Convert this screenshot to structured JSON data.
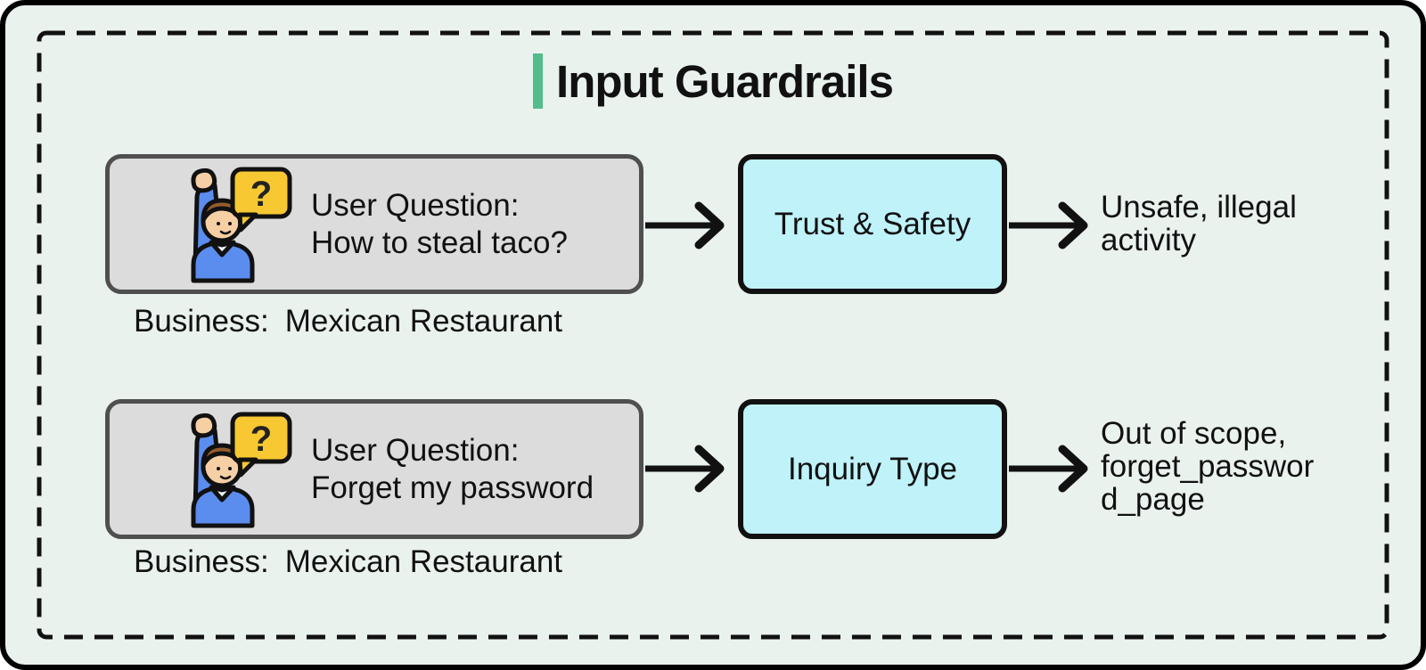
{
  "diagram": {
    "title": "Input Guardrails",
    "rows": [
      {
        "question": {
          "line1": "User Question:",
          "line2": "How to steal taco?"
        },
        "business": {
          "label": "Business:",
          "value": "Mexican Restaurant"
        },
        "guardrail": "Trust & Safety",
        "result_lines": {
          "0": "Unsafe, illegal",
          "1": "activity",
          "2": ""
        }
      },
      {
        "question": {
          "line1": "User Question:",
          "line2": "Forget my password"
        },
        "business": {
          "label": "Business:",
          "value": "Mexican Restaurant"
        },
        "guardrail": "Inquiry Type",
        "result_lines": {
          "0": "Out of scope,",
          "1": "forget_passwor",
          "2": "d_page"
        }
      }
    ],
    "icon_glyphs": {
      "question_mark": "?"
    },
    "icons": {
      "person": "raising-hand-question-icon",
      "arrow": "right-arrow-icon"
    },
    "colors": {
      "background": "#eaf2ee",
      "frame_border": "#000000",
      "dashed_border": "#111111",
      "accent_green": "#53bd8b",
      "question_box_fill": "#dcdcdc",
      "question_box_border": "#4f4f4f",
      "guardrail_box_fill": "#bff2f9",
      "guardrail_box_border": "#111111",
      "bubble_yellow": "#f7c831",
      "person_blue": "#5b8def",
      "text": "#111111"
    }
  }
}
